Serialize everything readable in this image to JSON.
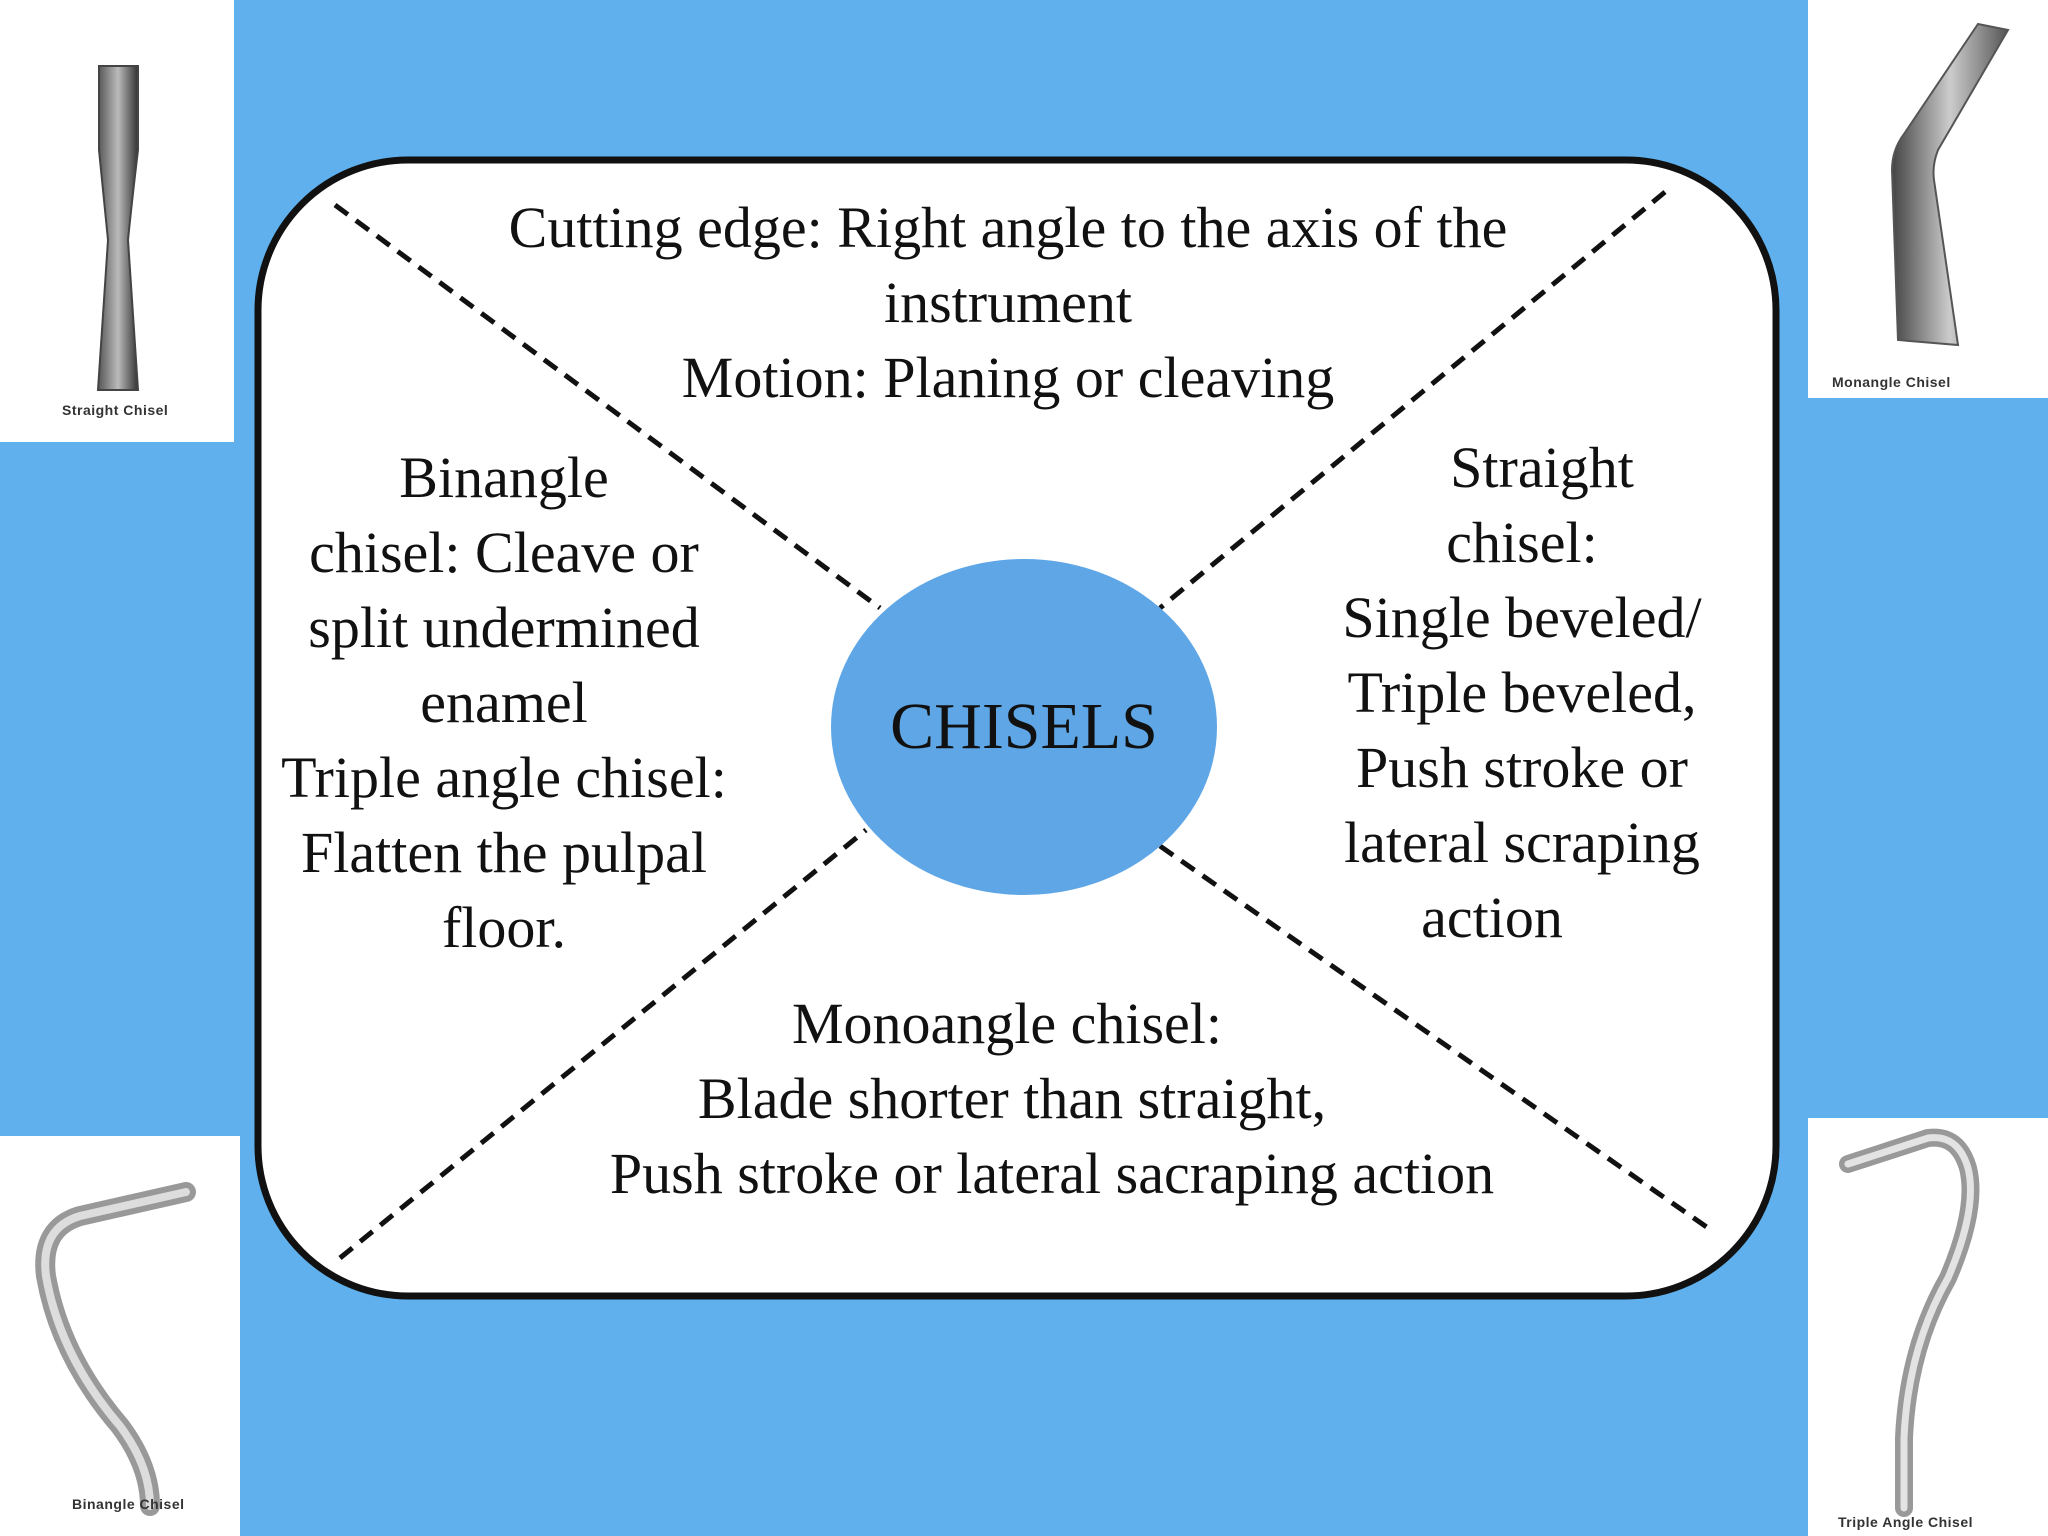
{
  "colors": {
    "background": "#5fb0ec",
    "center_fill": "#5fa6e6",
    "panel": "#ffffff",
    "outline": "#111111"
  },
  "center": {
    "label": "CHISELS"
  },
  "sections": {
    "top": {
      "lines": [
        "Cutting edge: Right angle to the axis of the",
        "instrument",
        "Motion: Planing or cleaving"
      ]
    },
    "left": {
      "lines": [
        "Binangle",
        "chisel: Cleave or",
        "split undermined",
        "enamel",
        "Triple angle chisel:",
        "Flatten the pulpal",
        "floor."
      ]
    },
    "right": {
      "lines": [
        "Straight",
        "chisel:",
        "Single beveled/",
        "Triple beveled,",
        "Push stroke or",
        "lateral scraping",
        "action"
      ]
    },
    "bottom": {
      "lines": [
        "Monoangle chisel:",
        "Blade shorter than straight,",
        "Push stroke or lateral sacraping action"
      ]
    }
  },
  "images": {
    "top_left": {
      "caption": "Straight Chisel",
      "icon": "straight-chisel-icon"
    },
    "top_right": {
      "caption": "Monangle Chisel",
      "icon": "monangle-chisel-icon"
    },
    "bottom_left": {
      "caption": "Binangle Chisel",
      "icon": "binangle-chisel-icon"
    },
    "bottom_right": {
      "caption": "Triple Angle Chisel",
      "icon": "triple-angle-chisel-icon"
    }
  }
}
